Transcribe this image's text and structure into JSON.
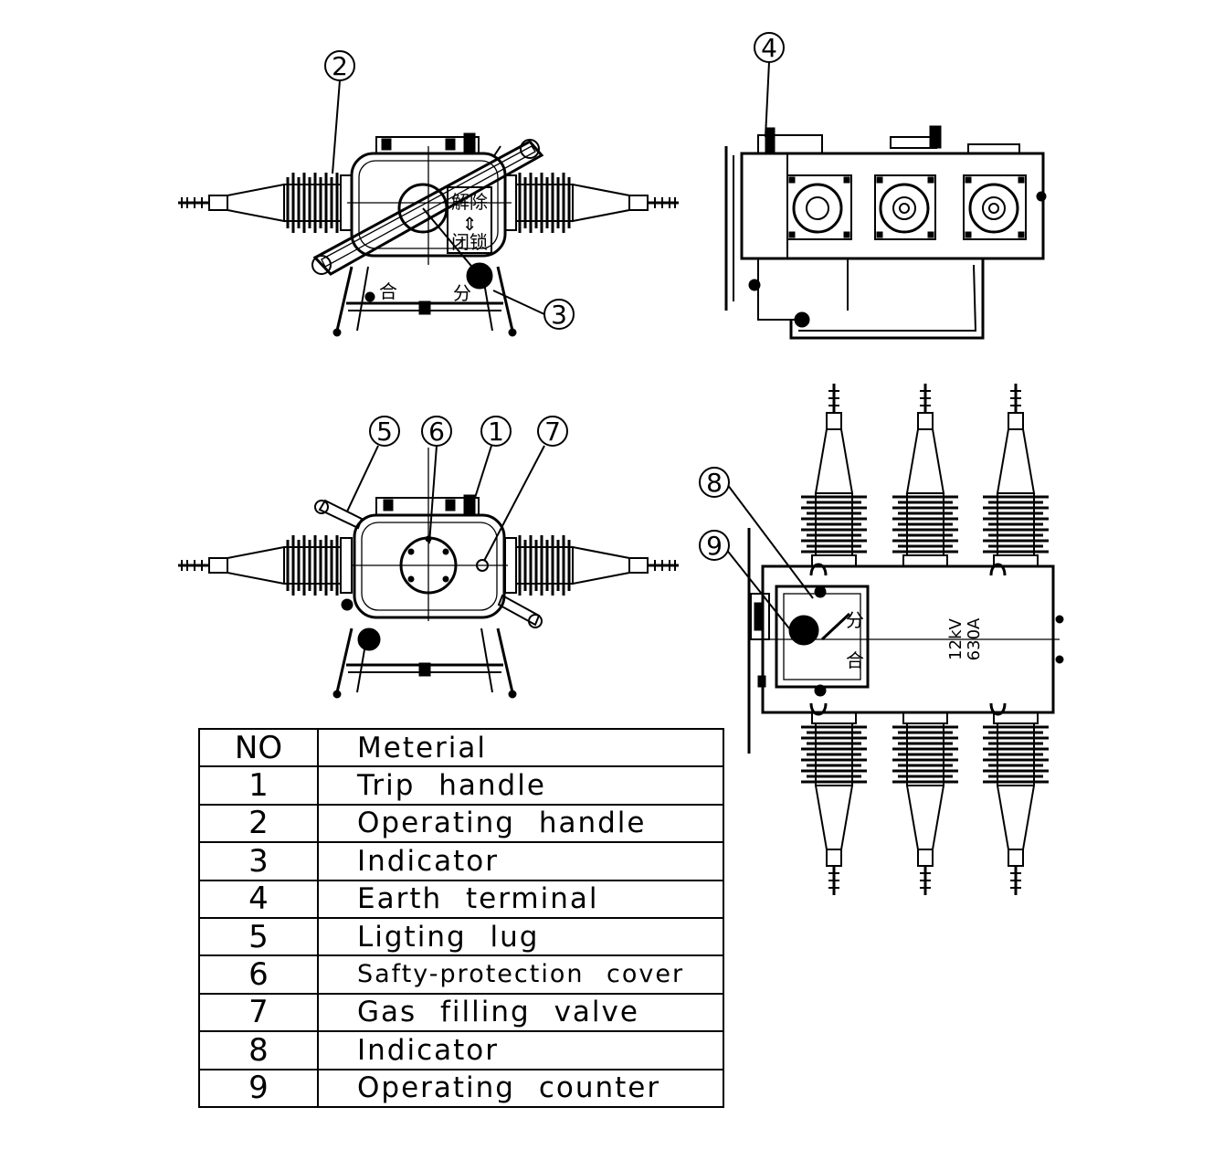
{
  "callouts": [
    "1",
    "2",
    "3",
    "4",
    "5",
    "6",
    "7",
    "8",
    "9"
  ],
  "rating_plate": {
    "voltage": "12kV",
    "current": "630A"
  },
  "glyphs": {
    "close": "合",
    "open": "分",
    "release_a": "解除",
    "release_b": "闭锁"
  },
  "table": {
    "header": {
      "no": "NO",
      "material": "Meterial"
    },
    "rows": [
      {
        "no": "1",
        "material": "Trip handle"
      },
      {
        "no": "2",
        "material": "Operating handle"
      },
      {
        "no": "3",
        "material": "Indicator"
      },
      {
        "no": "4",
        "material": "Earth terminal"
      },
      {
        "no": "5",
        "material": "Ligting lug"
      },
      {
        "no": "6",
        "material": "Safty-protection cover"
      },
      {
        "no": "7",
        "material": "Gas filling valve"
      },
      {
        "no": "8",
        "material": "Indicator"
      },
      {
        "no": "9",
        "material": "Operating counter"
      }
    ]
  }
}
